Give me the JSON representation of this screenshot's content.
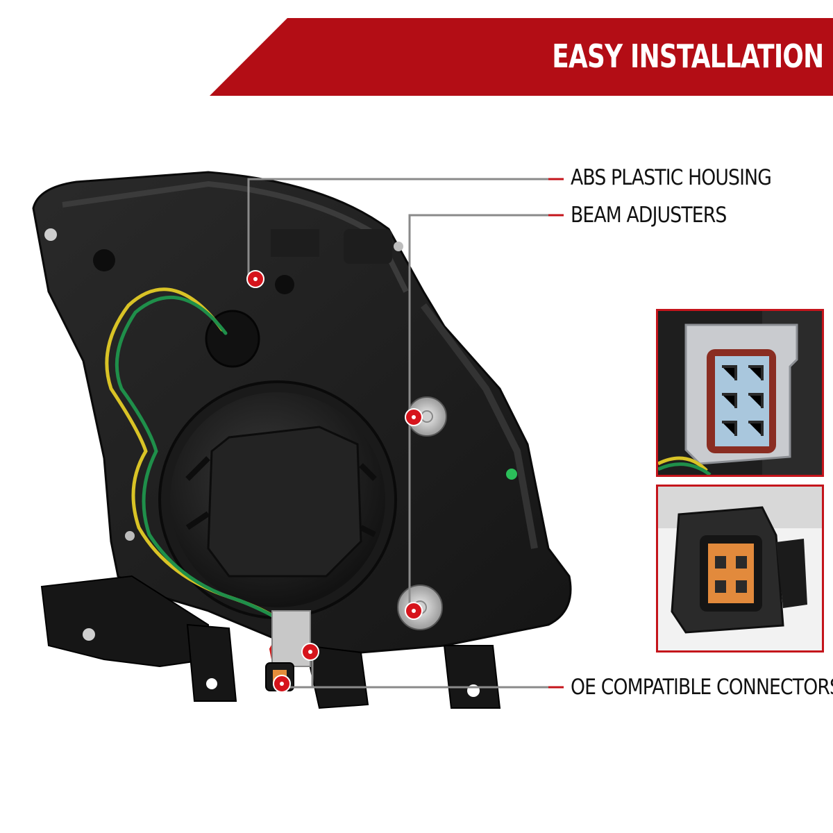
{
  "banner": {
    "title": "EASY INSTALLATION",
    "color": "#b30d15"
  },
  "callouts": [
    {
      "label": "ABS PLASTIC HOUSING"
    },
    {
      "label": "BEAM ADJUSTERS"
    },
    {
      "label": "OE COMPATIBLE CONNECTORS"
    }
  ],
  "colors": {
    "accent": "#c4141b",
    "leader_line": "#8a8a8a",
    "marker": "#d6141c"
  },
  "insets": [
    {
      "subject": "connector-gray-closeup"
    },
    {
      "subject": "connector-black-orange-closeup"
    }
  ]
}
